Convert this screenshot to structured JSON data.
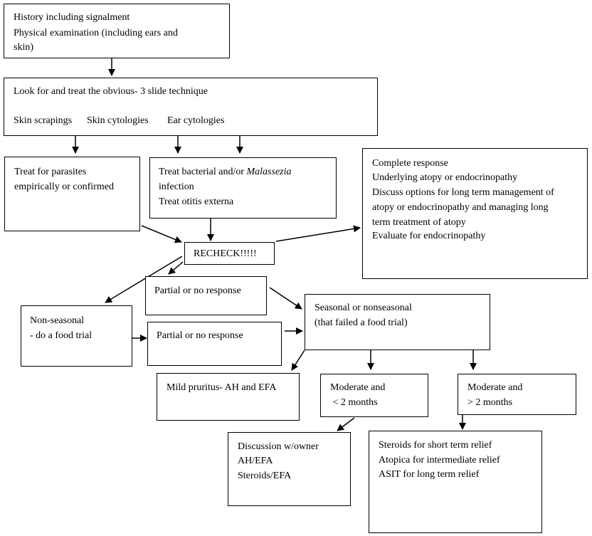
{
  "nodes": {
    "history": {
      "lines": [
        "History including signalment",
        "Physical examination  (including ears and",
        "skin)"
      ]
    },
    "look": {
      "title": "Look for and treat the obvious- 3 slide technique",
      "item_scrapings": "Skin scrapings",
      "item_skin_cyto": "Skin cytologies",
      "item_ear_cyto": "Ear cytologies"
    },
    "parasites": {
      "lines": [
        "Treat for parasites",
        "empirically or confirmed"
      ]
    },
    "bacterial": {
      "line1_prefix": "Treat bacterial and/or ",
      "line1_italic": "Malassezia",
      "line2": "infection",
      "line3": "Treat otitis externa"
    },
    "complete": {
      "lines": [
        "Complete response",
        "Underlying atopy or endocrinopathy",
        "Discuss options for long term management of",
        "atopy or endocrinopathy and managing long",
        "term treatment of atopy",
        "Evaluate for endocrinopathy"
      ]
    },
    "recheck": {
      "label": "RECHECK!!!!!"
    },
    "partial1": {
      "label": "Partial or no response"
    },
    "nonseasonal": {
      "lines": [
        "Non-seasonal",
        "- do a food trial"
      ]
    },
    "partial2": {
      "label": "Partial or no response"
    },
    "seasonal": {
      "lines": [
        "Seasonal or nonseasonal",
        "(that failed a food trial)"
      ]
    },
    "mild": {
      "label": "Mild pruritus- AH and EFA"
    },
    "moderate_short": {
      "lines": [
        "Moderate and",
        " < 2 months"
      ]
    },
    "moderate_long": {
      "lines": [
        "Moderate and",
        "> 2 months"
      ]
    },
    "discussion": {
      "lines": [
        "Discussion w/owner",
        "AH/EFA",
        "Steroids/EFA"
      ]
    },
    "steroids": {
      "lines": [
        "Steroids for short term relief",
        "Atopica for intermediate relief",
        "ASIT for long term relief"
      ]
    }
  }
}
